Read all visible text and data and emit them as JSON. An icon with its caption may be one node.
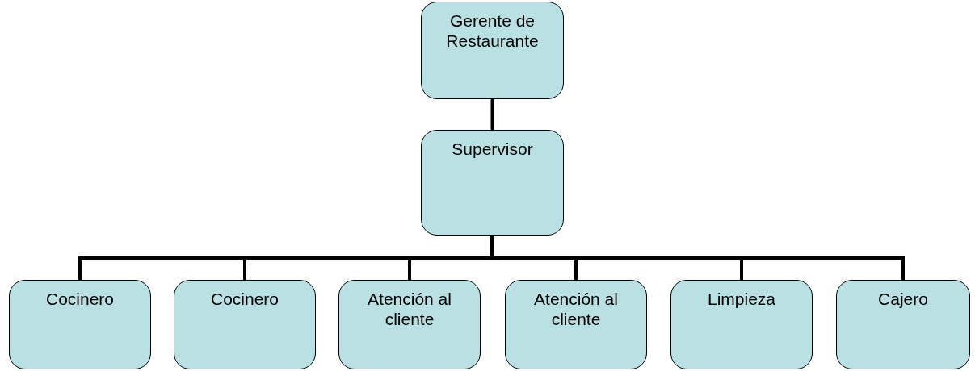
{
  "diagram": {
    "nodes": [
      {
        "text": [
          "Gerente de Restaurante"
        ]
      },
      {
        "text": [
          "Supervisor"
        ]
      },
      {
        "text": [
          "Cocinero"
        ]
      },
      {
        "text": [
          "Cocinero"
        ]
      },
      {
        "text": [
          "Atención al cliente"
        ]
      },
      {
        "text": [
          "Atención al cliente"
        ]
      },
      {
        "text": [
          "Limpieza"
        ]
      },
      {
        "text": [
          "Cajero"
        ]
      }
    ],
    "edges": [
      {
        "from": 0,
        "to": 1,
        "arrow": "none"
      },
      {
        "from": 1,
        "to": 2,
        "arrow": "none"
      },
      {
        "from": 1,
        "to": 3,
        "arrow": "none"
      },
      {
        "from": 1,
        "to": 4,
        "arrow": "none"
      },
      {
        "from": 1,
        "to": 5,
        "arrow": "none"
      },
      {
        "from": 1,
        "to": 6,
        "arrow": "none"
      },
      {
        "from": 1,
        "to": 7,
        "arrow": "none"
      }
    ]
  }
}
